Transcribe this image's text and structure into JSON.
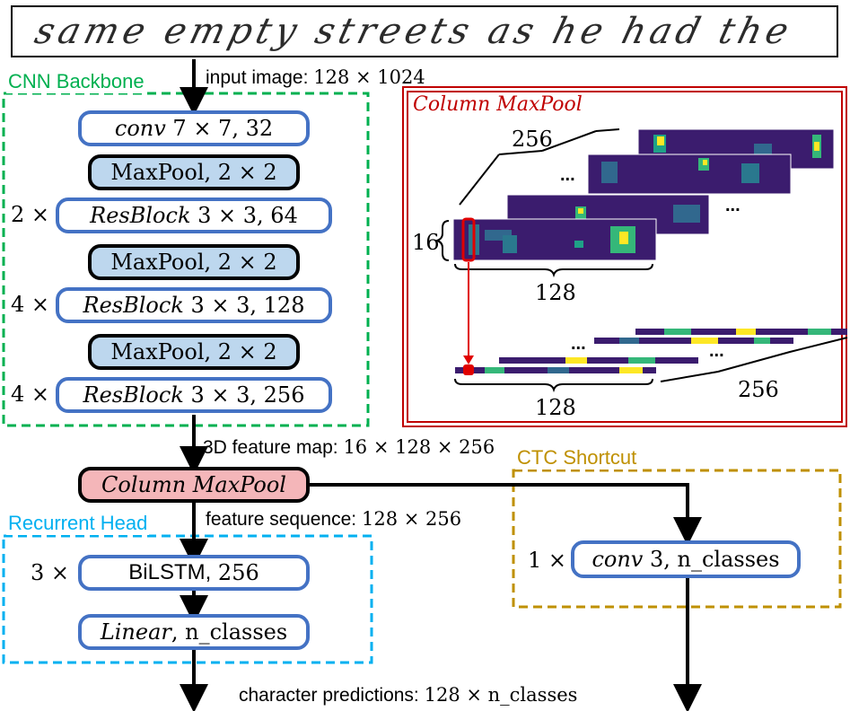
{
  "input_text": "same empty streets as he had the",
  "labels": {
    "input_image": "input image:",
    "input_image_dims": "128 × 1024",
    "feature_map": "3D feature map:",
    "feature_map_dims": "16 × 128 × 256",
    "feature_sequence": "feature sequence:",
    "feature_sequence_dims": "128 × 256",
    "predictions": "character predictions:",
    "predictions_dims": "128 × n_classes"
  },
  "sections": {
    "cnn_backbone": "CNN Backbone",
    "column_maxpool": "Column MaxPool",
    "recurrent_head": "Recurrent Head",
    "ctc_shortcut": "CTC Shortcut"
  },
  "colors": {
    "cnn": "#00b050",
    "column_panel": "#c00000",
    "recurrent": "#00b0f0",
    "ctc": "#bf9000",
    "block_border": "#4472c4",
    "maxpool_fill": "#bdd7ee",
    "column_fill": "#f4b6b9"
  },
  "backbone": [
    {
      "mult": "",
      "op": "conv",
      "params": "7 × 7, 32",
      "kind": "conv"
    },
    {
      "mult": "",
      "op": "MaxPool,",
      "params": "2 × 2",
      "kind": "pool"
    },
    {
      "mult": "2 ×",
      "op": "ResBlock",
      "params": "3 × 3, 64",
      "kind": "res"
    },
    {
      "mult": "",
      "op": "MaxPool,",
      "params": "2 × 2",
      "kind": "pool"
    },
    {
      "mult": "4 ×",
      "op": "ResBlock",
      "params": "3 × 3, 128",
      "kind": "res"
    },
    {
      "mult": "",
      "op": "MaxPool,",
      "params": "2 × 2",
      "kind": "pool"
    },
    {
      "mult": "4 ×",
      "op": "ResBlock",
      "params": "3 × 3, 256",
      "kind": "res"
    }
  ],
  "column_block": {
    "op": "Column MaxPool"
  },
  "head": {
    "bilstm_mult": "3 ×",
    "bilstm_op": "BiLSTM,",
    "bilstm_params": "256",
    "linear_op": "Linear",
    "linear_params": ", n_classes"
  },
  "ctc": {
    "mult": "1 ×",
    "op": "conv",
    "params": "3, n_classes"
  },
  "panel_dims": {
    "top_channels": "256",
    "height": "16",
    "width": "128",
    "bottom_width": "128",
    "bottom_channels": "256",
    "dots": "..."
  }
}
